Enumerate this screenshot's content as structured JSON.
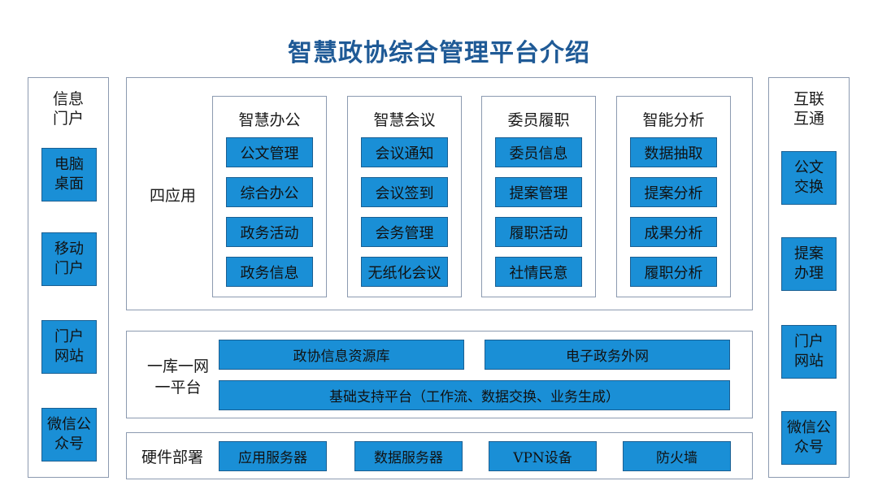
{
  "title": "智慧政协综合管理平台介绍",
  "left_panel": {
    "label": "信息\n门户",
    "items": [
      "电脑\n桌面",
      "移动\n门户",
      "门户\n网站",
      "微信公\n众号"
    ]
  },
  "right_panel": {
    "label": "互联\n互通",
    "items": [
      "公文\n交换",
      "提案\n办理",
      "门户\n网站",
      "微信公\n众号"
    ]
  },
  "apps": {
    "label": "四应用",
    "columns": [
      {
        "title": "智慧办公",
        "items": [
          "公文管理",
          "综合办公",
          "政务活动",
          "政务信息"
        ]
      },
      {
        "title": "智慧会议",
        "items": [
          "会议通知",
          "会议签到",
          "会务管理",
          "无纸化会议"
        ]
      },
      {
        "title": "委员履职",
        "items": [
          "委员信息",
          "提案管理",
          "履职活动",
          "社情民意"
        ]
      },
      {
        "title": "智能分析",
        "items": [
          "数据抽取",
          "提案分析",
          "成果分析",
          "履职分析"
        ]
      }
    ]
  },
  "platform": {
    "label_line1": "一库一网",
    "label_line2": "一平台",
    "db": "政协信息资源库",
    "net": "电子政务外网",
    "base": "基础支持平台（工作流、数据交换、业务生成）"
  },
  "hardware": {
    "label": "硬件部署",
    "items": [
      "应用服务器",
      "数据服务器",
      "VPN设备",
      "防火墙"
    ]
  }
}
